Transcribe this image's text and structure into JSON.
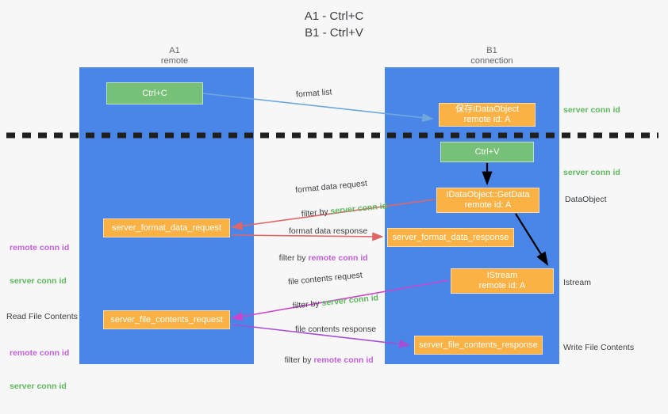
{
  "title": "A1 - Ctrl+C\nB1 - Ctrl+V",
  "columns": {
    "left": {
      "name": "A1",
      "role": "remote",
      "text": "A1\nremote"
    },
    "right": {
      "name": "B1",
      "role": "connection",
      "text": "B1\nconnection"
    }
  },
  "boxes": {
    "ctrl_c": "Ctrl+C",
    "ctrl_v": "Ctrl+V",
    "save_idataobject": "保存IDataObject\nremote id: A",
    "getdata": "IDataObject::GetData\nremote id: A",
    "istream": "IStream\nremote id: A",
    "server_format_data_request": "server_format_data_request",
    "server_format_data_response": "server_format_data_response",
    "server_file_contents_request": "server_file_contents_request",
    "server_file_contents_response": "server_file_contents_response"
  },
  "right_labels": {
    "server_conn_id_top": "server conn id",
    "server_conn_id_mid": "server conn id",
    "dataobject": "DataObject",
    "istream": "Istream",
    "write_file_contents": "Write File Contents"
  },
  "left_labels": {
    "remote_conn_id_1": "remote conn id",
    "server_conn_id_1": "server conn id",
    "read_file_contents": "Read File Contents",
    "remote_conn_id_2": "remote conn id",
    "server_conn_id_2": "server conn id"
  },
  "arrow_labels": {
    "format_list": "format list",
    "format_data_request": "format data request",
    "format_data_request_filter_prefix": "filter by ",
    "format_data_request_filter_key": "server conn id",
    "format_data_response": "format data response",
    "format_data_response_filter_prefix": "filter by ",
    "format_data_response_filter_key": "remote conn id",
    "file_contents_request": "file contents request",
    "file_contents_request_filter_prefix": "filter by ",
    "file_contents_request_filter_key": "server conn id",
    "file_contents_response": "file contents response",
    "file_contents_response_filter_prefix": "filter by ",
    "file_contents_response_filter_key": "remote conn id"
  },
  "colors": {
    "lane_blue": "#4a86e8",
    "box_orange": "#fbb143",
    "box_green": "#77c078",
    "green_text": "#5eb85e",
    "purple_text": "#c061d8",
    "arrow_blue": "#6fa8dc",
    "arrow_red": "#e06666",
    "arrow_magenta": "#cc44cc",
    "arrow_purple": "#a64dd6",
    "arrow_black": "#000000",
    "divider_black": "#202020",
    "background": "#f7f7f7"
  }
}
